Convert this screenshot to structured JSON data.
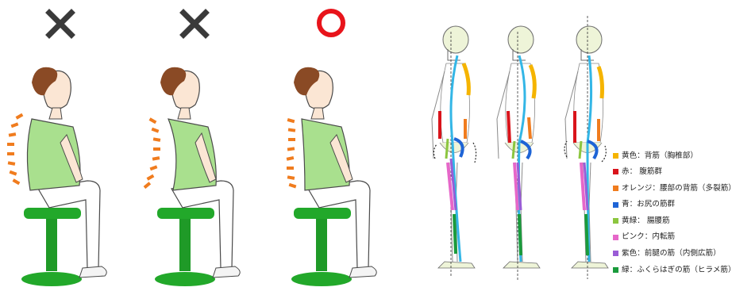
{
  "postures": [
    {
      "mark": "×",
      "mark_icon": "cross-icon",
      "verdict": "bad",
      "mark_color": "#3a3a3a"
    },
    {
      "mark": "×",
      "mark_icon": "cross-icon",
      "verdict": "bad",
      "mark_color": "#3a3a3a"
    },
    {
      "mark": "○",
      "mark_icon": "circle-icon",
      "verdict": "good",
      "mark_color": "#e8141b"
    }
  ],
  "colors": {
    "skin": "#fbe6d4",
    "hair": "#8a4a25",
    "top": "#a9e08e",
    "pants": "#ffffff",
    "stool": "#22a82a",
    "spine_dots": "#f07c1e",
    "outline": "#4a4a4a"
  },
  "legend": [
    {
      "label": "黄色：背筋（胸椎部）",
      "color": "#f5b400"
    },
    {
      "label": "赤： 腹筋群",
      "color": "#d9141b"
    },
    {
      "label": "オレンジ：腰部の背筋（多裂筋）",
      "color": "#f07c1e"
    },
    {
      "label": "青：お尻の筋群",
      "color": "#1e64d6"
    },
    {
      "label": "黄緑： 腸腰筋",
      "color": "#8cc63f"
    },
    {
      "label": "ピンク：内転筋",
      "color": "#e667c9"
    },
    {
      "label": "紫色：前腿の筋（内側広筋）",
      "color": "#9a5cd6"
    },
    {
      "label": "緑：ふくらはぎの筋（ヒラメ筋）",
      "color": "#1a9b3c"
    }
  ]
}
